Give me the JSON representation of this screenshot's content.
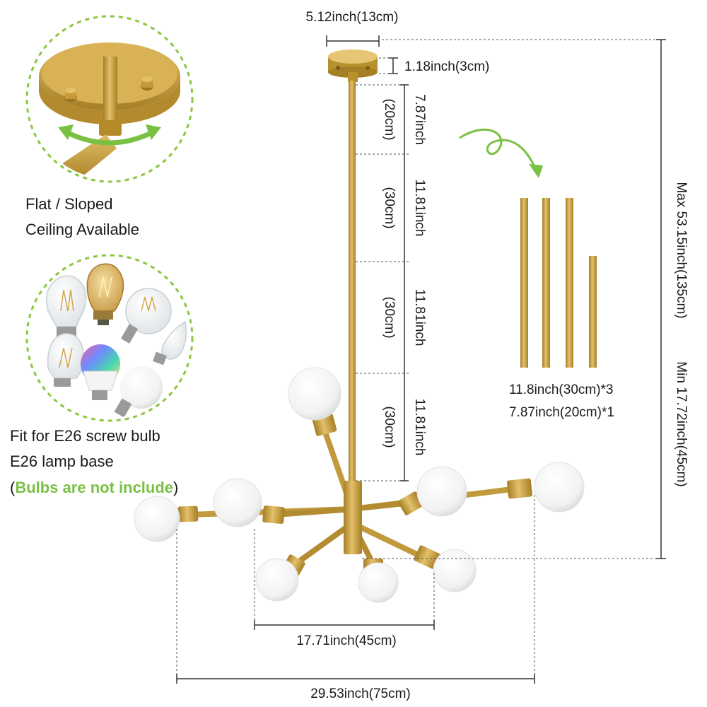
{
  "dimensions": {
    "canopy_width": "5.12inch(13cm)",
    "canopy_height": "1.18inch(3cm)",
    "rod_segment_1_inch": "7.87inch",
    "rod_segment_1_cm": "(20cm)",
    "rod_segment_2_inch": "11.81inch",
    "rod_segment_2_cm": "(30cm)",
    "rod_segment_3_inch": "11.81inch",
    "rod_segment_3_cm": "(30cm)",
    "rod_segment_4_inch": "11.81inch",
    "rod_segment_4_cm": "(30cm)",
    "total_height_max": "Max 53.15inch(135cm)",
    "total_height_min": "Min 17.72inch(45cm)",
    "inner_width": "17.71inch(45cm)",
    "outer_width": "29.53inch(75cm)"
  },
  "rods_note": {
    "line1": "11.8inch(30cm)*3",
    "line2": "7.87inch(20cm)*1"
  },
  "ceiling_note": {
    "line1": "Flat / Sloped",
    "line2": "Ceiling Available"
  },
  "bulb_note": {
    "line1": "Fit for E26 screw bulb",
    "line2": "E26 lamp base",
    "paren_open": "(",
    "highlight": "Bulbs are not include",
    "paren_close": ")"
  },
  "colors": {
    "brass": "#c9a03c",
    "brass_dark": "#a57f25",
    "accent_green": "#7ac143",
    "dashed_circle": "#8cc63f",
    "bulb_white": "#fdfdfd"
  }
}
